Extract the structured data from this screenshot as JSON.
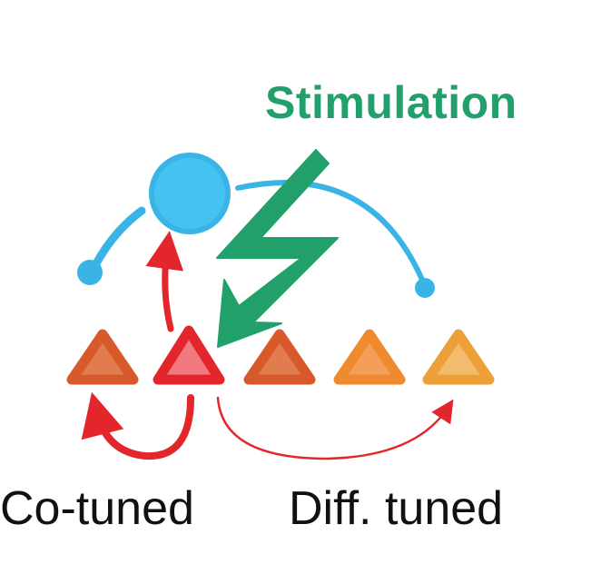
{
  "labels": {
    "stimulation": "Stimulation",
    "co_tuned": "Co-tuned",
    "diff_tuned": "Diff. tuned"
  },
  "colors": {
    "stimulation": "#22a06b",
    "interneuron": "#3ab4e6",
    "interneuron_fill": "#44c2f0",
    "excitatory_arrow": "#e3262b",
    "neuron_co_tuned": "#e07c4d",
    "neuron_stimulated": "#f07a80",
    "neuron_orange": "#f59e5a",
    "neuron_light": "#f2bc6c"
  },
  "icons": {
    "stimulation": "lightning-bolt-arrow-icon",
    "interneuron": "circle-neuron-icon",
    "pyramidal_neuron": "triangle-neuron-icon"
  }
}
